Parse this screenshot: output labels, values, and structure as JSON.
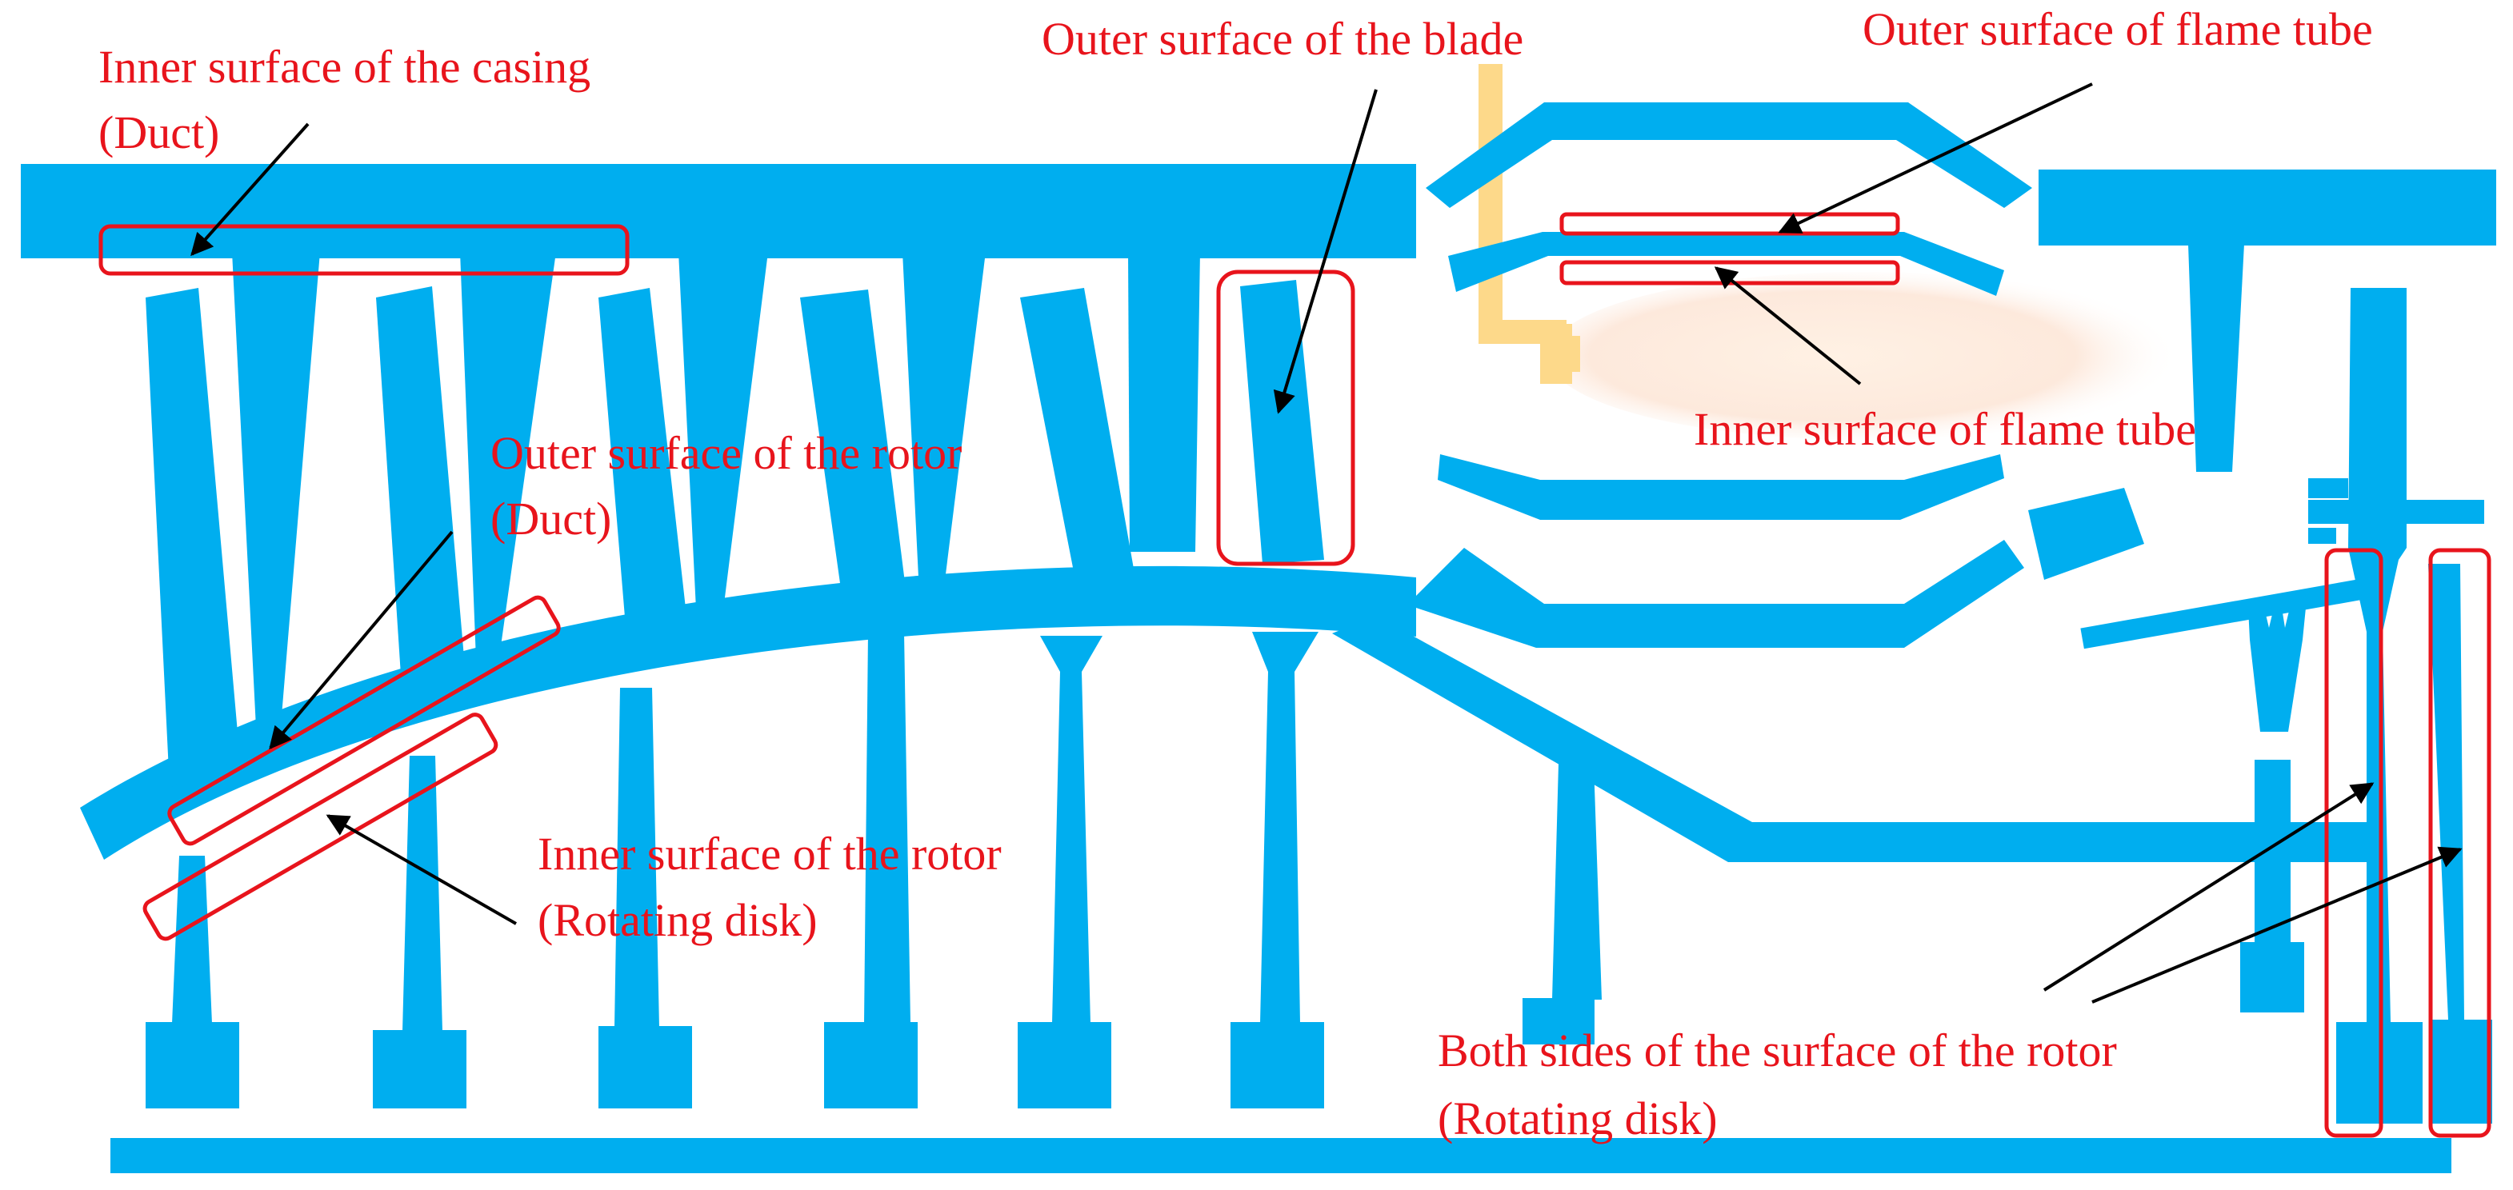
{
  "colors": {
    "component": "#00AEEF",
    "fuel": "#FDD98A",
    "flame": "#FDE7D8",
    "highlight": "#E8141C",
    "label": "#E8141C",
    "arrow": "#000000"
  },
  "labels": {
    "casing_inner": {
      "line1": "Inner surface of the casing",
      "line2": "(Duct)"
    },
    "blade_outer": {
      "line1": "Outer surface of the blade"
    },
    "flame_tube_outer": {
      "line1": "Outer surface of flame tube"
    },
    "flame_tube_inner": {
      "line1": "Inner surface of flame tube"
    },
    "rotor_outer": {
      "line1": "Outer surface of the rotor",
      "line2": "(Duct)"
    },
    "rotor_inner": {
      "line1": "Inner surface of the rotor",
      "line2": "(Rotating disk)"
    },
    "rotor_both_sides": {
      "line1": "Both sides of the surface of the rotor",
      "line2": "(Rotating disk)"
    }
  }
}
